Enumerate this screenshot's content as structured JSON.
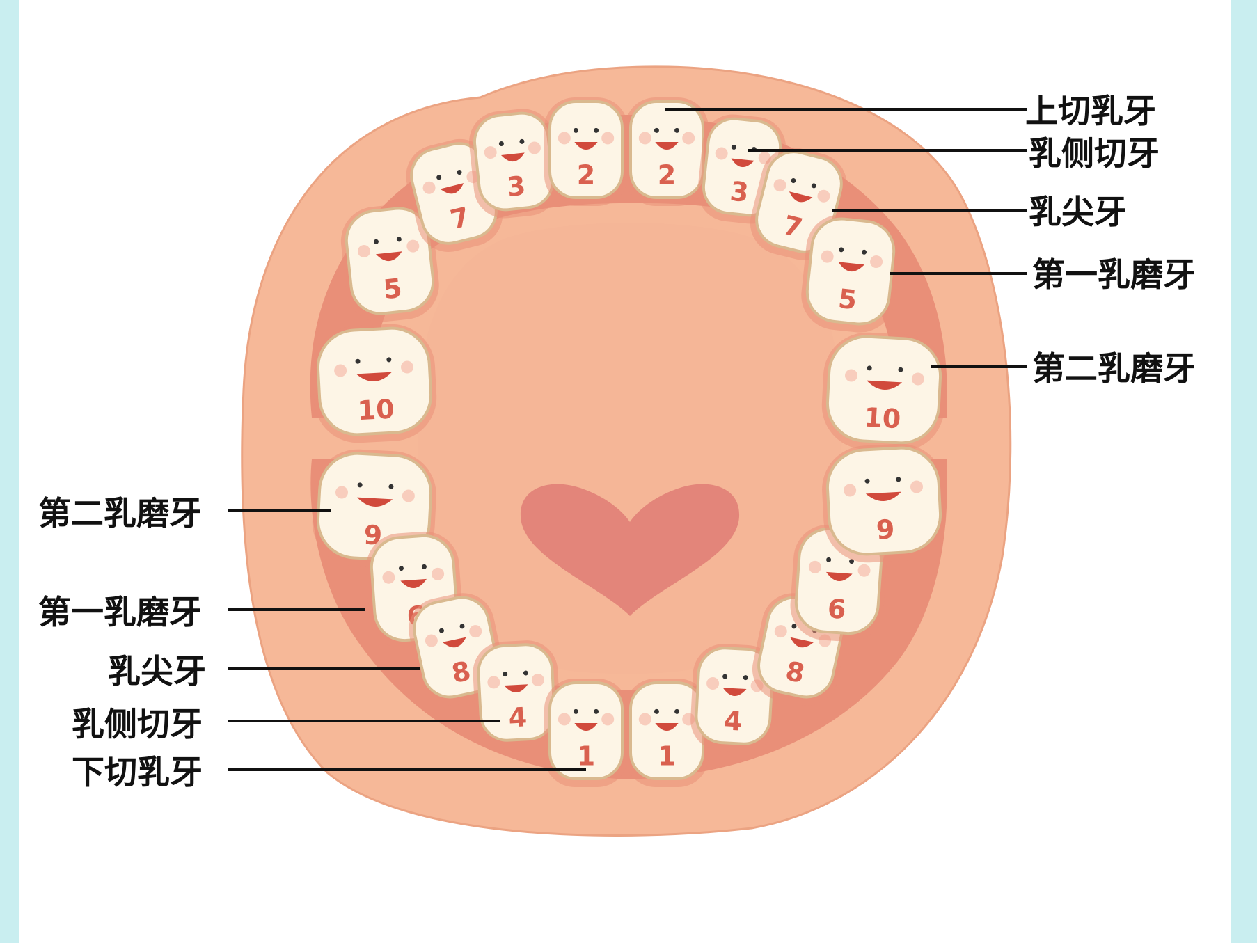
{
  "colors": {
    "side_strip": "#c9eef0",
    "face": "#f6b898",
    "face_edge": "#eba382",
    "gum": "#e98f78",
    "palate": "#f5b697",
    "heart": "#e3857a",
    "tooth": "#fdf5e6",
    "tooth_shadow": "#d9b98f",
    "numeral": "#d9604f",
    "leader": "#111111",
    "label": "#111111"
  },
  "labels": {
    "upper": [
      {
        "id": "upper-central-incisor",
        "text": "上切乳牙"
      },
      {
        "id": "upper-lateral-incisor",
        "text": "乳侧切牙"
      },
      {
        "id": "upper-canine",
        "text": "乳尖牙"
      },
      {
        "id": "upper-first-molar",
        "text": "第一乳磨牙"
      },
      {
        "id": "upper-second-molar",
        "text": "第二乳磨牙"
      }
    ],
    "lower": [
      {
        "id": "lower-second-molar",
        "text": "第二乳磨牙"
      },
      {
        "id": "lower-first-molar",
        "text": "第一乳磨牙"
      },
      {
        "id": "lower-canine",
        "text": "乳尖牙"
      },
      {
        "id": "lower-lateral-incisor",
        "text": "乳侧切牙"
      },
      {
        "id": "lower-central-incisor",
        "text": "下切乳牙"
      }
    ]
  },
  "teeth": {
    "upper": [
      "10",
      "5",
      "7",
      "3",
      "2",
      "2",
      "3",
      "7",
      "5",
      "10"
    ],
    "lower": [
      "9",
      "6",
      "8",
      "4",
      "1",
      "1",
      "4",
      "8",
      "6",
      "9"
    ]
  }
}
